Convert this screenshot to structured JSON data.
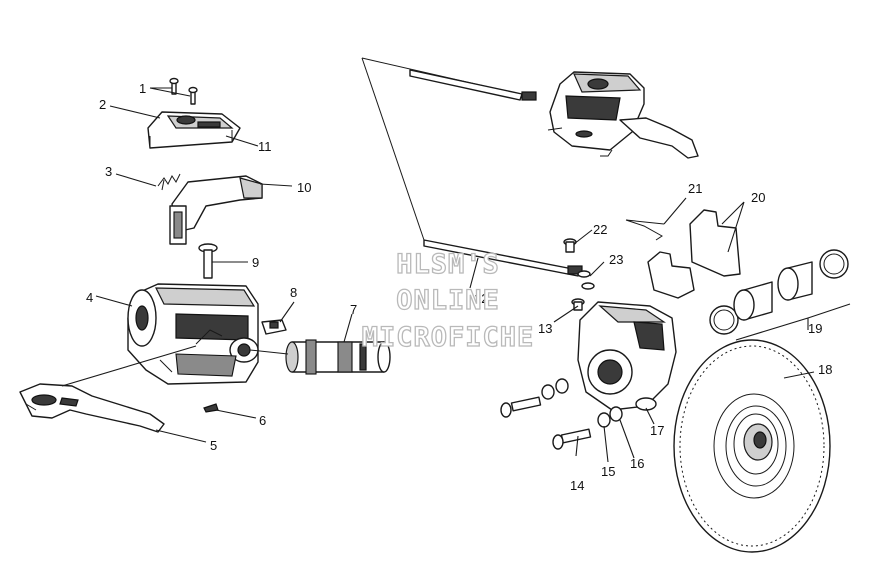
{
  "diagram": {
    "callouts": [
      "1",
      "2",
      "3",
      "4",
      "5",
      "6",
      "7",
      "8",
      "9",
      "10",
      "11",
      "12",
      "13",
      "14",
      "15",
      "16",
      "17",
      "18",
      "19",
      "20",
      "21",
      "22",
      "23"
    ],
    "watermark": [
      "HLSM'S",
      "ONLINE",
      "MICROFICHE"
    ]
  }
}
